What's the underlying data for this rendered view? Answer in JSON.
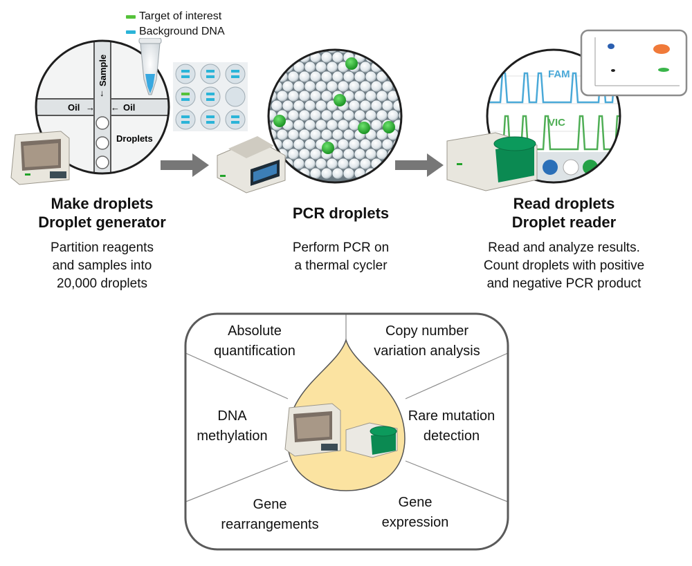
{
  "legend": {
    "target": {
      "label": "Target of interest",
      "color": "#55c23a"
    },
    "background": {
      "label": "Background DNA",
      "color": "#2bb4d8"
    }
  },
  "generator_panel": {
    "channel_labels": {
      "sample": "Sample",
      "oil_left": "Oil",
      "oil_right": "Oil",
      "droplets": "Droplets"
    }
  },
  "reader_panel": {
    "trace_labels": {
      "fam": "FAM",
      "vic": "VIC"
    },
    "colors": {
      "fam": "#4aa9d8",
      "vic": "#4fae55"
    }
  },
  "steps": [
    {
      "title_lines": [
        "Make droplets",
        "Droplet generator"
      ],
      "desc_lines": [
        "Partition reagents",
        "and samples into",
        "20,000 droplets"
      ]
    },
    {
      "title_lines": [
        "PCR droplets"
      ],
      "desc_lines": [
        "Perform PCR on",
        "a thermal cycler"
      ]
    },
    {
      "title_lines": [
        "Read droplets",
        "Droplet reader"
      ],
      "desc_lines": [
        "Read and analyze results.",
        "Count droplets with positive",
        "and negative PCR product"
      ]
    }
  ],
  "applications": {
    "absolute_quantification": [
      "Absolute",
      "quantification"
    ],
    "copy_number_variation": [
      "Copy number",
      "variation analysis"
    ],
    "dna_methylation": [
      "DNA",
      "methylation"
    ],
    "rare_mutation_detection": [
      "Rare mutation",
      "detection"
    ],
    "gene_rearrangements": [
      "Gene",
      "rearrangements"
    ],
    "gene_expression": [
      "Gene",
      "expression"
    ]
  },
  "colors": {
    "droplet_drop": "#fbe3a1",
    "arrow": "#777777",
    "positive_droplet": "#22a32a"
  }
}
